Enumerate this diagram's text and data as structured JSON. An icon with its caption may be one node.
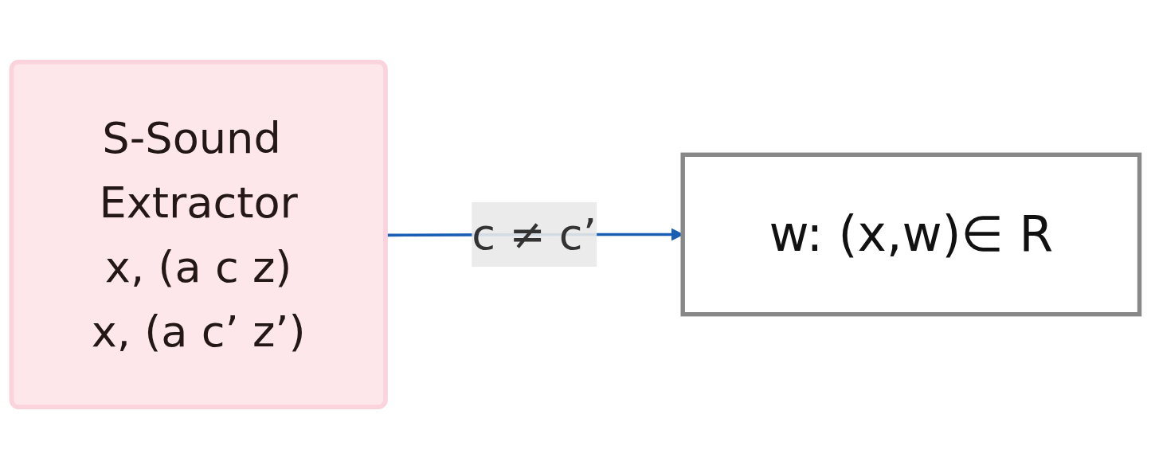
{
  "diagram": {
    "nodes": [
      {
        "text": [
          "S-Sound Extractor",
          "x, (a c z)",
          "x, (a c’ z’)"
        ]
      },
      {
        "text": [
          "w: (x,w)∈ R"
        ]
      }
    ],
    "edges": [
      {
        "from": 0,
        "to": 1,
        "arrow": "to",
        "label": "c ≠ c’",
        "color": "#1a5fb4"
      }
    ]
  }
}
